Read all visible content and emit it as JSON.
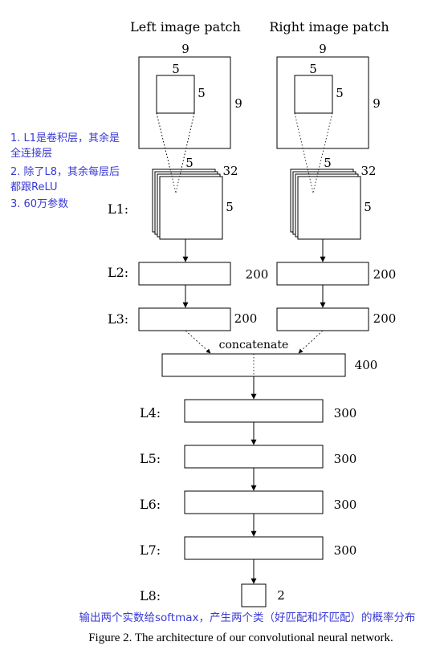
{
  "header": {
    "left_title": "Left image patch",
    "right_title": "Right image patch"
  },
  "patch": {
    "outer_size": "9",
    "inner_size": "5"
  },
  "conv": {
    "kernel": "5",
    "channels": "32",
    "size": "5"
  },
  "layers": {
    "l1": "L1:",
    "l2": "L2:",
    "l3": "L3:",
    "l4": "L4:",
    "l5": "L5:",
    "l6": "L6:",
    "l7": "L7:",
    "l8": "L8:"
  },
  "dims": {
    "l2": "200",
    "l3": "200",
    "concat": "400",
    "l4": "300",
    "l5": "300",
    "l6": "300",
    "l7": "300",
    "l8": "2"
  },
  "concat_label": "concatenate",
  "notes": {
    "color": "#3a3ad6",
    "lines": [
      "1. L1是卷积层，其余是",
      "全连接层",
      "2. 除了L8，其余每层后",
      "都跟ReLU",
      "3. 60万参数"
    ],
    "bottom": "输出两个实数给softmax，产生两个类（好匹配和坏匹配）的概率分布"
  },
  "caption": "Figure 2. The architecture of our convolutional neural network."
}
